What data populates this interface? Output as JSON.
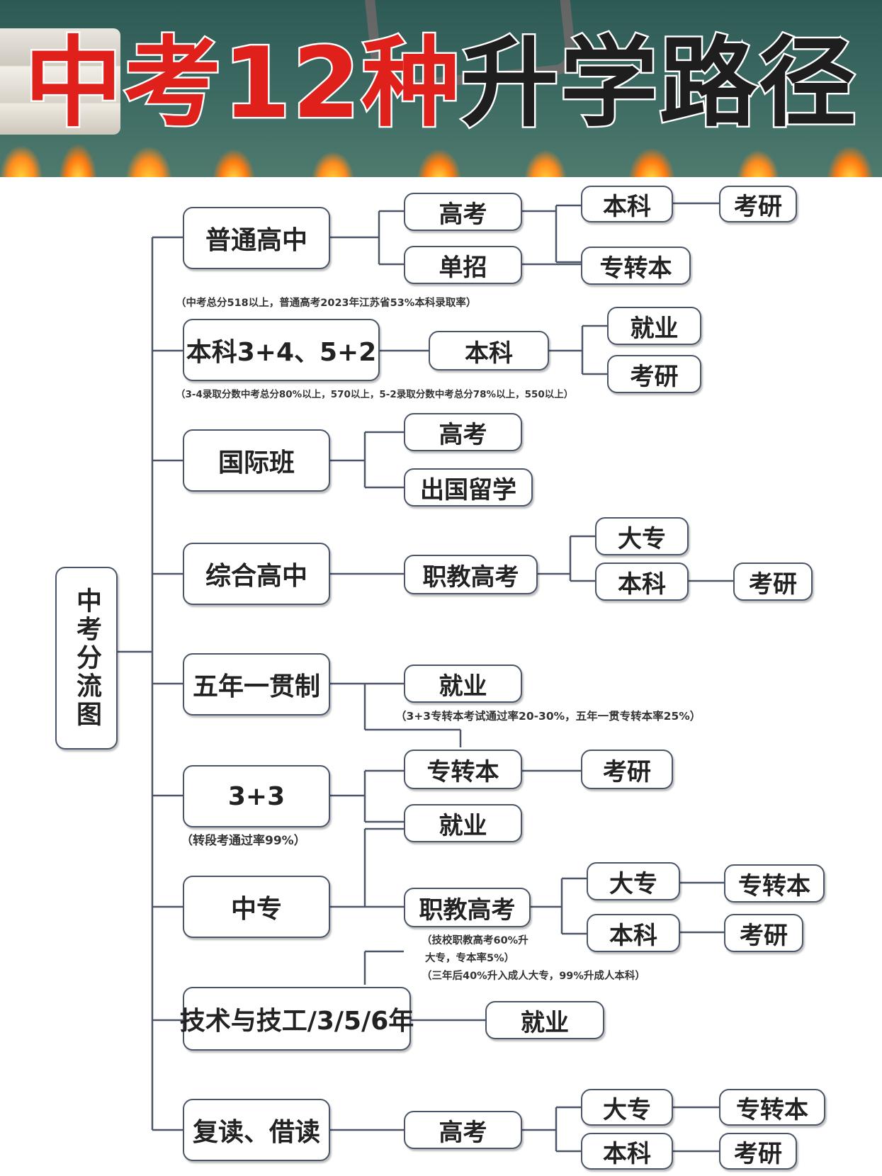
{
  "title": {
    "part1": "中考12种",
    "part2": "升学路径"
  },
  "colors": {
    "title_red": "#e0201b",
    "title_dark": "#1e1e1e",
    "line": "#4a5568",
    "board": "#3d6b63"
  },
  "tree": {
    "root": "中考分流图",
    "branch_1": {
      "label": "普通高中",
      "gaokao": "高考",
      "danzhao": "单招",
      "benke": "本科",
      "kaoyan": "考研",
      "zhuanzhuanben": "专转本",
      "note": "（中考总分518以上，普通高考2023年江苏省53%本科录取率）"
    },
    "branch_2": {
      "label": "本科3+4、5+2",
      "benke": "本科",
      "jiuye": "就业",
      "kaoyan": "考研",
      "note": "（3-4录取分数中考总分80%以上，570以上，5-2录取分数中考总分78%以上，550以上）"
    },
    "branch_3": {
      "label": "国际班",
      "gaokao": "高考",
      "chuguo": "出国留学"
    },
    "branch_4": {
      "label": "综合高中",
      "zhijiao": "职教高考",
      "dazhuan": "大专",
      "benke": "本科",
      "kaoyan": "考研"
    },
    "branch_5": {
      "label": "五年一贯制",
      "jiuye": "就业",
      "note": "（3+3专转本考试通过率20-30%，五年一贯专转本率25%）"
    },
    "branch_6": {
      "label": "3+3",
      "zhuanzhuanben": "专转本",
      "kaoyan": "考研",
      "jiuye": "就业",
      "note": "（转段考通过率99%）"
    },
    "branch_7": {
      "label": "中专",
      "zhijiao": "职教高考",
      "dazhuan": "大专",
      "benke": "本科",
      "zhuanzhuanben": "专转本",
      "kaoyan": "考研",
      "note_1": "（技校职教高考60%升",
      "note_2": "大专，专本率5%）",
      "note_3": "（三年后40%升入成人大专，99%升成人本科）"
    },
    "branch_8": {
      "label": "技术与技工/3/5/6年",
      "jiuye": "就业"
    },
    "branch_9": {
      "label": "复读、借读",
      "gaokao": "高考",
      "dazhuan": "大专",
      "benke": "本科",
      "zhuanzhuanben": "专转本",
      "kaoyan": "考研"
    }
  }
}
